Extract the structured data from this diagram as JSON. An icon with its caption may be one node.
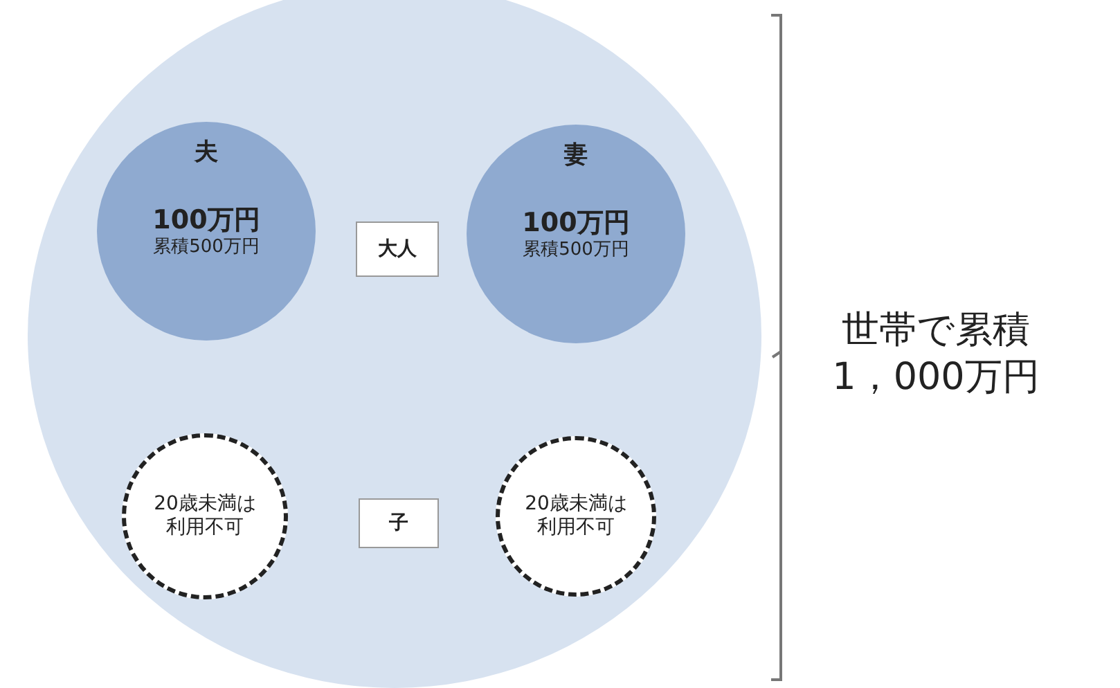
{
  "diagram": {
    "nodes": [
      {
        "text": [],
        "shape": "circle"
      },
      {
        "text": [
          "夫",
          "100万円",
          "累積500万円"
        ],
        "in": 0
      },
      {
        "text": [
          "大人"
        ],
        "in": 0
      },
      {
        "text": [
          "妻",
          "100万円",
          "累積500万円"
        ],
        "in": 0
      },
      {
        "text": [
          "20歳未満は利用不可"
        ],
        "in": 0
      },
      {
        "text": [
          "子"
        ],
        "in": 0
      },
      {
        "text": [
          "20歳未満は利用不可"
        ],
        "in": 0
      }
    ],
    "edges": [],
    "labels": [
      "世帯で累積1，000万円"
    ]
  }
}
